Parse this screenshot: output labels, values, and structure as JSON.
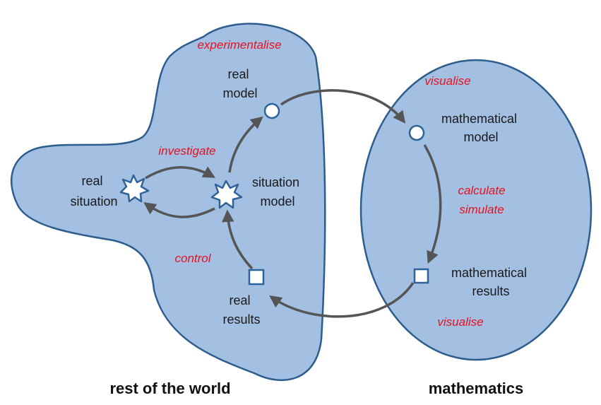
{
  "diagram": {
    "regions": {
      "world": {
        "label": "rest of the world"
      },
      "math": {
        "label": "mathematics"
      }
    },
    "nodes": {
      "real_situation": [
        "real",
        "situation"
      ],
      "situation_model": [
        "situation",
        "model"
      ],
      "real_model": [
        "real",
        "model"
      ],
      "mathematical_model": [
        "mathematical",
        "model"
      ],
      "mathematical_results": [
        "mathematical",
        "results"
      ],
      "real_results": [
        "real",
        "results"
      ]
    },
    "processes": {
      "experimentalise": "experimentalise",
      "investigate": "investigate",
      "visualise_top": "visualise",
      "calculate": "calculate",
      "simulate": "simulate",
      "visualise_bottom": "visualise",
      "control": "control"
    },
    "colors": {
      "region_fill": "#a3bfe2",
      "region_stroke": "#2c5d8c",
      "arrow": "#555555",
      "process_text": "#e8121f",
      "node_stroke": "#2e6399",
      "node_fill": "#ffffff"
    },
    "icons": {
      "situation": "star-burst",
      "model": "circle",
      "results": "square"
    }
  }
}
